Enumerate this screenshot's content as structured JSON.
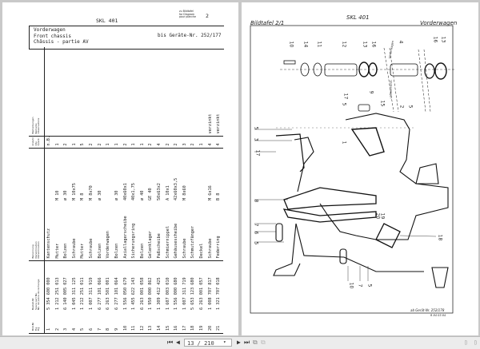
{
  "viewer": {
    "current_page": "13 / 210",
    "icons": [
      "first-page-icon",
      "prev-page-icon",
      "next-page-icon",
      "last-page-icon",
      "single-page-icon",
      "two-page-icon",
      "fit-page-icon",
      "bookmark-icon"
    ]
  },
  "left_page": {
    "model": "SKL 401",
    "diagram_ref_label": [
      "zu Bildtafel",
      "for Diagram",
      "pour planche"
    ],
    "diagram_ref_number": "2",
    "title": [
      "Vorderwagen",
      "Front chassis",
      "Châssis - partie AV"
    ],
    "validity": "bis Geräte-Nr. 252/177",
    "columns": {
      "fig": [
        "Bild-Nr.",
        "Fig.",
        "Fig."
      ],
      "part_no": [
        "Bestell-Nr.",
        "Spare part No.",
        "No. de pièce de rechange"
      ],
      "name": [
        "Benennung",
        "Denomination",
        "Dénomination"
      ],
      "qty": [
        "Anzahl",
        "Qty.",
        "Quant."
      ],
      "remarks": [
        "Bemerkungen",
        "Remarks",
        "Observations"
      ]
    },
    "rows": [
      {
        "fig": "1",
        "part": "5 354 600 000",
        "name": "Kantenschutz",
        "spec": "",
        "qty": "n.B.",
        "remark": ""
      },
      {
        "fig": "2",
        "part": "1 212 251 013",
        "name": "Mutter",
        "spec": "M 10",
        "qty": "1",
        "remark": ""
      },
      {
        "fig": "3",
        "part": "6 140 005 027",
        "name": "Bolzen",
        "spec": "ø 30",
        "qty": "2",
        "remark": ""
      },
      {
        "fig": "4",
        "part": "1 045 311 125",
        "name": "Schraube",
        "spec": "M 10x75",
        "qty": "1",
        "remark": ""
      },
      {
        "fig": "5",
        "part": "1 212 251 011",
        "name": "Mutter",
        "spec": "M 8",
        "qty": "5",
        "remark": ""
      },
      {
        "fig": "6",
        "part": "1 007 311 919",
        "name": "Schraube",
        "spec": "M 8x70",
        "qty": "2",
        "remark": ""
      },
      {
        "fig": "7",
        "part": "6 277 101 066",
        "name": "Bolzen",
        "spec": "ø 30",
        "qty": "2",
        "remark": ""
      },
      {
        "fig": "8",
        "part": "6 263 501 001",
        "name": "Vorderwagen",
        "spec": "",
        "qty": "1",
        "remark": ""
      },
      {
        "fig": "9",
        "part": "6 277 101 064",
        "name": "Bolzen",
        "spec": "ø 30",
        "qty": "1",
        "remark": ""
      },
      {
        "fig": "10",
        "part": "1 556 050 679",
        "name": "Axiallagerscheibe",
        "spec": "40x60x1",
        "qty": "2",
        "remark": ""
      },
      {
        "fig": "11",
        "part": "1 455 622 143",
        "name": "Sicherungsring",
        "spec": "40x1,75",
        "qty": "1",
        "remark": ""
      },
      {
        "fig": "12",
        "part": "6 263 001 058",
        "name": "Bolzen",
        "spec": "ø 40",
        "qty": "1",
        "remark": ""
      },
      {
        "fig": "13",
        "part": "1 950 000 862",
        "name": "Gelenklager",
        "spec": "GE 40",
        "qty": "2",
        "remark": ""
      },
      {
        "fig": "14",
        "part": "1 309 412 425",
        "name": "Paßscheibe",
        "spec": "50x63x2",
        "qty": "4",
        "remark": ""
      },
      {
        "fig": "15",
        "part": "1 607 003 010",
        "name": "Schmiernippel",
        "spec": "A 10x1",
        "qty": "2",
        "remark": ""
      },
      {
        "fig": "16",
        "part": "1 556 000 680",
        "name": "Gehäusescheibe",
        "spec": "42x60x3,5",
        "qty": "2",
        "remark": ""
      },
      {
        "fig": "17",
        "part": "1 007 311 719",
        "name": "Schraube",
        "spec": "M 8x60",
        "qty": "3",
        "remark": ""
      },
      {
        "fig": "18",
        "part": "5 653 123 680",
        "name": "Schmutzfänger",
        "spec": "",
        "qty": "2",
        "remark": ""
      },
      {
        "fig": "19",
        "part": "6 263 001 057",
        "name": "Deckel",
        "spec": "",
        "qty": "1",
        "remark": ""
      },
      {
        "fig": "20",
        "part": "1 008 707 817",
        "name": "Schraube",
        "spec": "M 6x16",
        "qty": "4",
        "remark": "verzinkt"
      },
      {
        "fig": "21",
        "part": "1 321 707 018",
        "name": "Federring",
        "spec": "B 8",
        "qty": "4",
        "remark": "verzinkt"
      }
    ]
  },
  "right_page": {
    "model": "SKL 401",
    "plate": "Bildtafel 2/1",
    "section": "Vorderwagen",
    "validity": "ab Gerät-Nr. 252/178",
    "drawing_no": "R 84 03 84",
    "part_labels": [
      "Hinterwagen",
      "Vorderwagen"
    ],
    "callouts": [
      "10",
      "14",
      "11",
      "12",
      "13",
      "16",
      "4",
      "16",
      "13",
      "15",
      "2",
      "5",
      "17",
      "5",
      "9",
      "5",
      "3",
      "17",
      "1",
      "8",
      "7",
      "6",
      "5",
      "10",
      "7",
      "5",
      "18",
      "20",
      "19"
    ]
  }
}
